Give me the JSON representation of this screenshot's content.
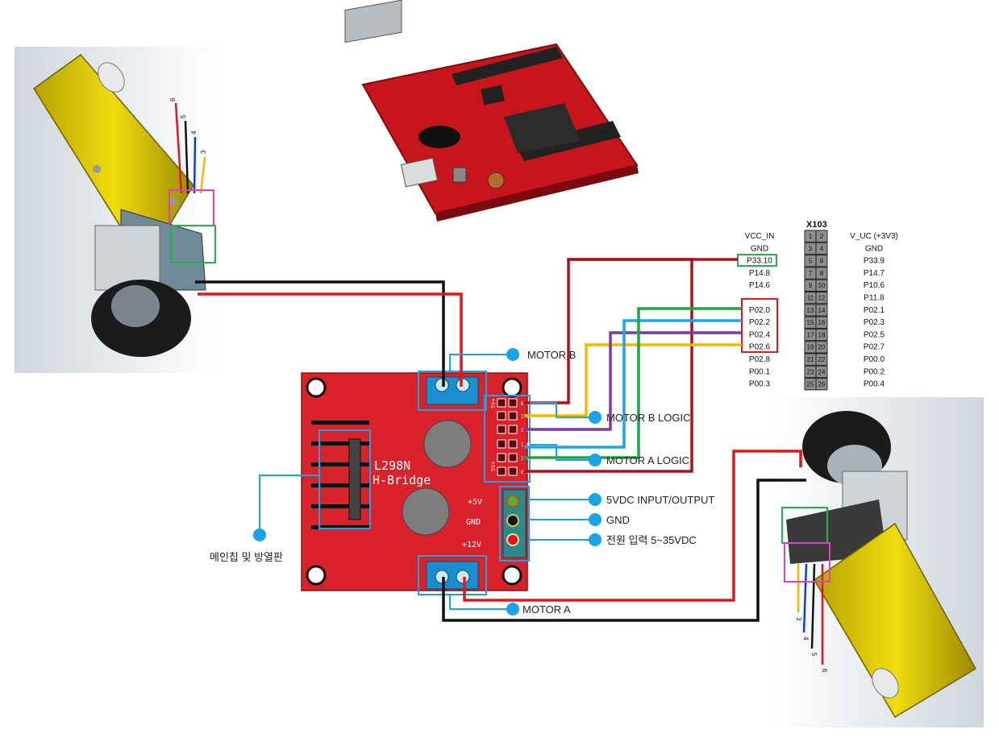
{
  "header_block": {
    "title": "X103",
    "left_labels": [
      "VCC_IN",
      "GND",
      "P33.10",
      "P14.8",
      "P14.6",
      "",
      "P02.0",
      "P02.2",
      "P02.4",
      "P02.6",
      "P02.8",
      "P00.1",
      "P00.3"
    ],
    "right_labels": [
      "V_UC (+3V3)",
      "GND",
      "P33.9",
      "P14.7",
      "P10.6",
      "P11.8",
      "P02.1",
      "P02.3",
      "P02.5",
      "P02.7",
      "P00.0",
      "P00.2",
      "P00.4"
    ],
    "pin_numbers": [
      [
        "1",
        "2"
      ],
      [
        "3",
        "4"
      ],
      [
        "5",
        "6"
      ],
      [
        "7",
        "8"
      ],
      [
        "9",
        "10"
      ],
      [
        "11",
        "12"
      ],
      [
        "13",
        "14"
      ],
      [
        "15",
        "16"
      ],
      [
        "17",
        "18"
      ],
      [
        "19",
        "20"
      ],
      [
        "21",
        "22"
      ],
      [
        "23",
        "24"
      ],
      [
        "25",
        "26"
      ]
    ]
  },
  "board": {
    "chip_line1": "L298N",
    "chip_line2": "H-Bridge",
    "power_5v": "+5V",
    "power_gnd": "GND",
    "power_12v": "+12V",
    "logic_5v_label": "5V+",
    "logic_5v_label2": "5V+",
    "pin_labels": [
      "E N A",
      "I N 1",
      "I N 2",
      "I N 3",
      "I N 4",
      "E N B"
    ]
  },
  "callouts": {
    "motor_b": "MOTOR B",
    "motor_b_logic": "MOTOR B LOGIC",
    "motor_a_logic": "MOTOR A LOGIC",
    "vdc_5": "5VDC INPUT/OUTPUT",
    "gnd": "GND",
    "power_in": "전원 입력 5~35VDC",
    "motor_a": "MOTOR A",
    "main_chip": "메인칩 및 방열판"
  },
  "motor_top_pins": [
    "6",
    "5",
    "4",
    "3"
  ],
  "motor_bottom_pins": [
    "3",
    "4",
    "5",
    "6"
  ],
  "colors": {
    "wire_red": "#e0171b",
    "wire_dark_red": "#b40f16",
    "wire_black": "#111111",
    "wire_green": "#1aa83e",
    "wire_blue": "#1aa8e0",
    "wire_purple": "#7a3aa0",
    "wire_yellow": "#f5b800",
    "callout_blue": "#1aa3e6",
    "board_red": "#d9222a",
    "highlight_green": "#22b24c",
    "highlight_magenta": "#e040c8",
    "highlight_red": "#e0171b"
  }
}
